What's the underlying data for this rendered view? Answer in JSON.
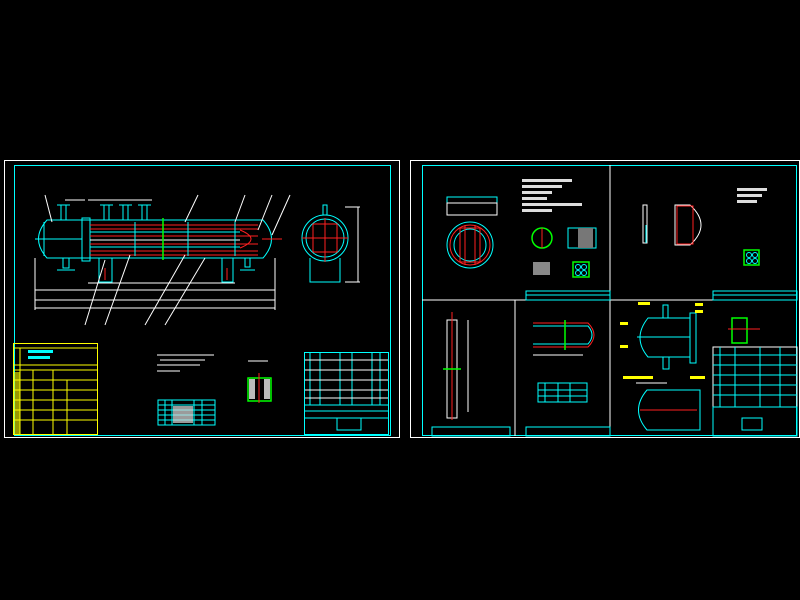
{
  "canvas": {
    "background": "#000000"
  },
  "colors": {
    "border": "#ffffff",
    "outline": "#00ffff",
    "tubes": "#ff2020",
    "baffle": "#00ff00",
    "title_block": "#ffff00"
  },
  "sheets": [
    {
      "id": "assembly",
      "views": [
        "front-view",
        "end-view",
        "weld-detail",
        "title-block",
        "parts-list",
        "nozzle-table"
      ]
    },
    {
      "id": "parts",
      "views": [
        "tube-sheet",
        "baffle",
        "tie-rod",
        "u-tube",
        "channel"
      ]
    }
  ]
}
